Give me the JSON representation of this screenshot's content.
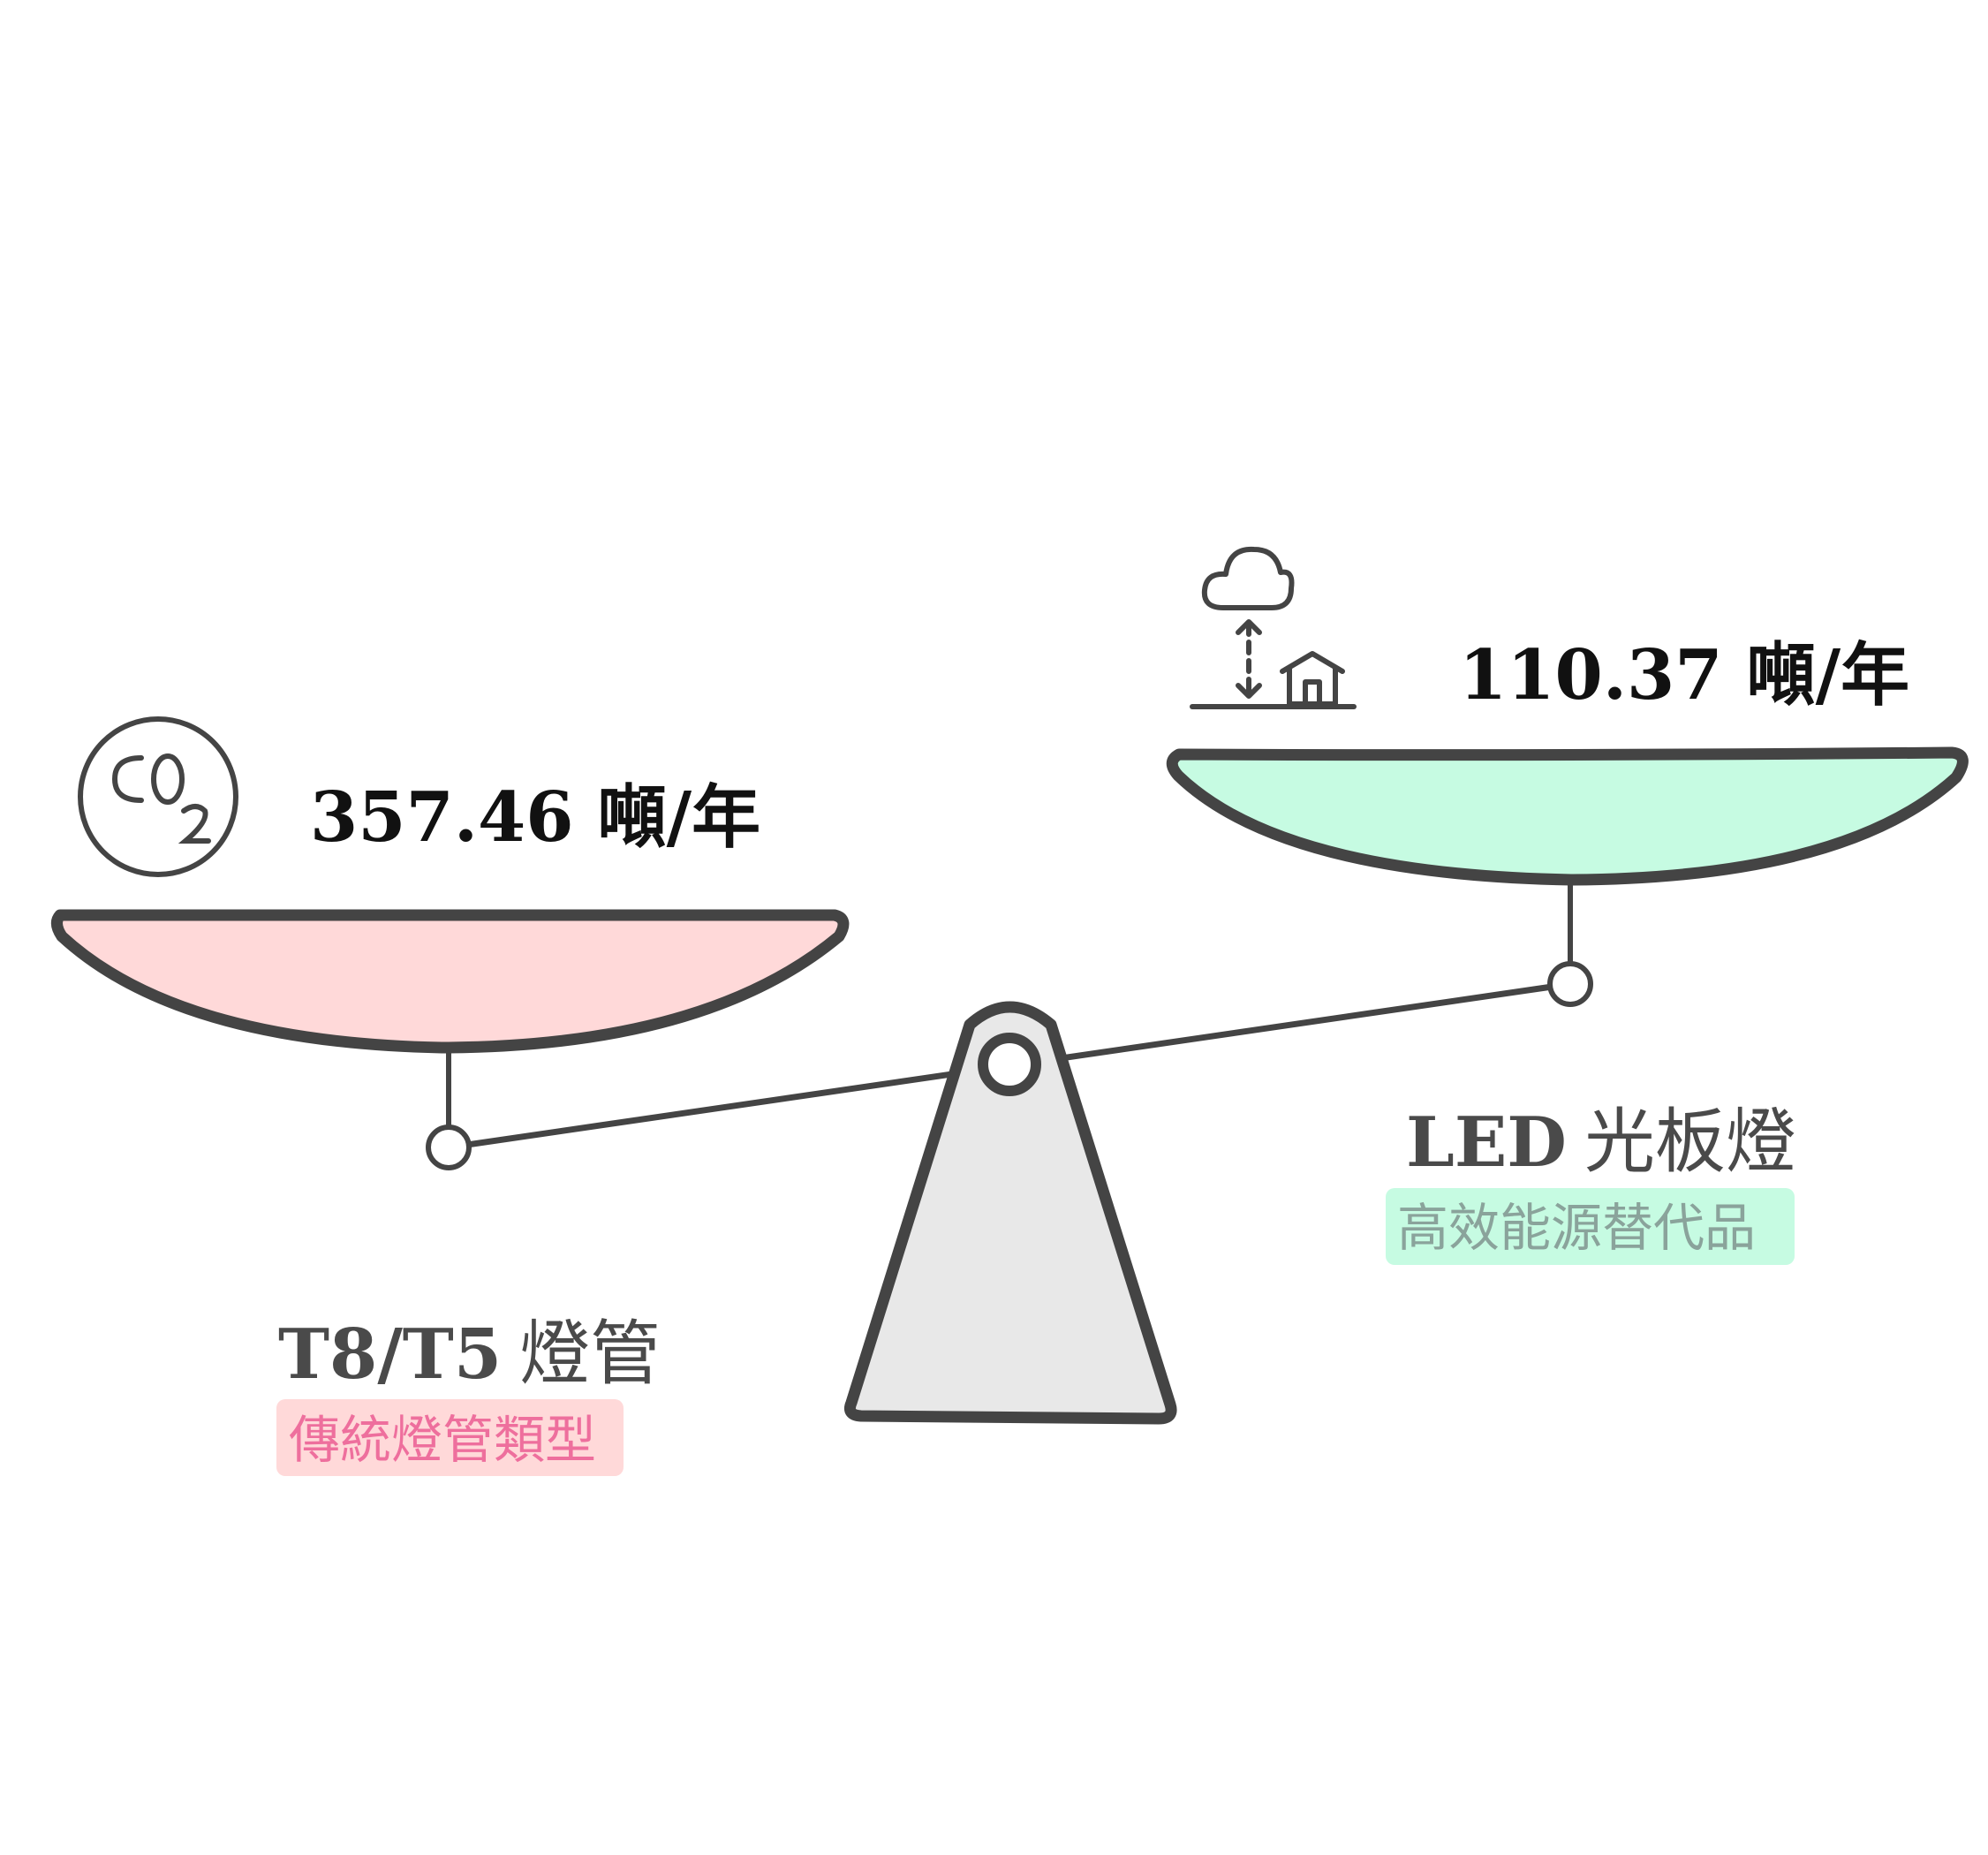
{
  "left": {
    "value": "357.46 噸/年",
    "title_latin": "T8/T5",
    "title_cjk": "燈管",
    "subtitle": "傳統燈管類型",
    "icon": "co2-icon",
    "pan_color": "#ffd9d9",
    "subtitle_bg": "#ffd9d9",
    "subtitle_color": "#ee6f9d"
  },
  "right": {
    "value": "110.37 噸/年",
    "title_latin": "LED",
    "title_cjk": "光板燈",
    "subtitle": "高效能源替代品",
    "icon": "cloud-house-icon",
    "pan_color": "#c6fbe2",
    "subtitle_bg": "#c6fbe2",
    "subtitle_color": "#8aa39b"
  },
  "colors": {
    "stroke": "#444444",
    "fulcrum": "#e8e8e8"
  }
}
